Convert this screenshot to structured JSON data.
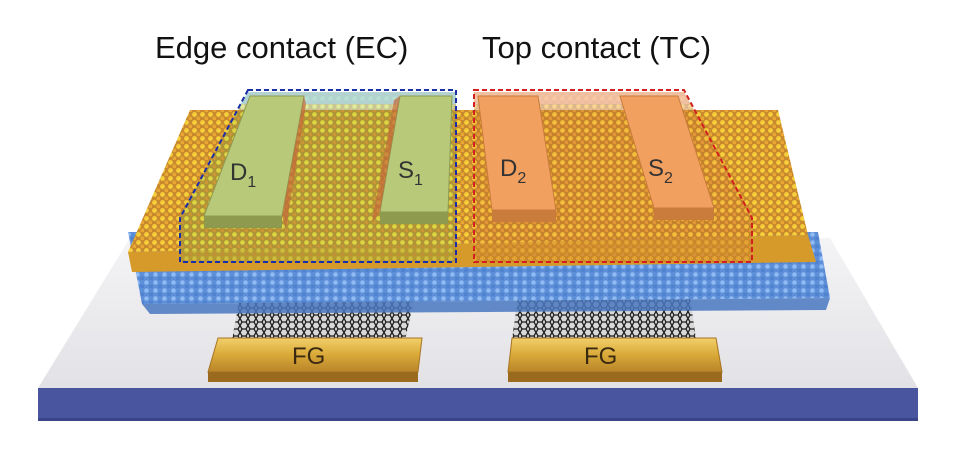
{
  "titles": {
    "edge_contact": "Edge contact (EC)",
    "top_contact": "Top contact (TC)"
  },
  "electrodes": {
    "d1": {
      "letter": "D",
      "sub": "1"
    },
    "s1": {
      "letter": "S",
      "sub": "1"
    },
    "d2": {
      "letter": "D",
      "sub": "2"
    },
    "s2": {
      "letter": "S",
      "sub": "2"
    }
  },
  "gates": {
    "left": "FG",
    "right": "FG"
  },
  "colors": {
    "substrate_top": "#ececee",
    "substrate_side": "#4a55a0",
    "blue_layer": "#6aa0e6",
    "yellow_layer": "#f2c531",
    "ec_box": "#1a2ea8",
    "tc_box": "#d21f1f",
    "ec_electrode": "#b9c97a",
    "tc_electrode": "#f2a060",
    "gold": "#d9a938",
    "graphene": "#222222"
  }
}
